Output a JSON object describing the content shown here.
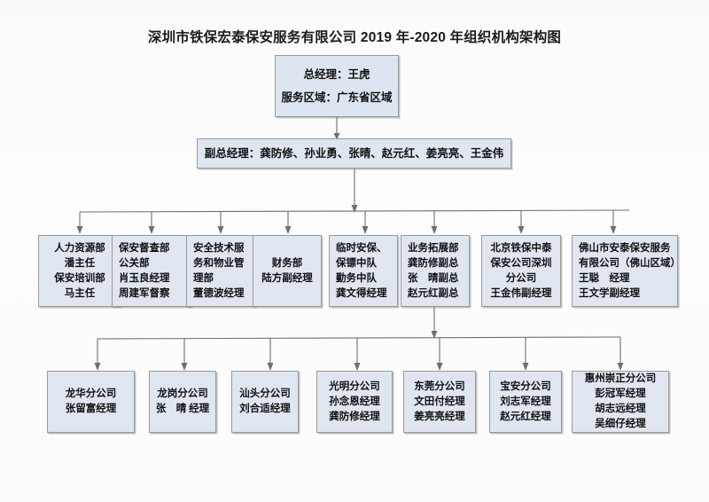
{
  "title": "深圳市铁保宏泰保安服务有限公司 2019 年-2020 年组织机构架构图",
  "nodes": {
    "general_manager": {
      "lines": [
        "总经理：王虎",
        "服务区域：广东省区域"
      ]
    },
    "deputy_managers": {
      "lines": [
        "副总经理：龚防修、孙业勇、张晴、赵元红、姜亮亮、王金伟"
      ]
    }
  },
  "departments": [
    {
      "name": "hr-training-dept",
      "align": "center",
      "lines": [
        "人力资源部",
        "潘主任",
        "保安培训部",
        "马主任"
      ]
    },
    {
      "name": "security-inspection-pr-dept",
      "align": "left",
      "lines": [
        "保安督查部",
        "公关部",
        "肖玉良经理",
        "周建军督察"
      ]
    },
    {
      "name": "safety-tech-property-dept",
      "align": "left",
      "lines": [
        "安全技术服",
        "务和物业管",
        "理部",
        "董德波经理"
      ]
    },
    {
      "name": "finance-dept",
      "align": "center",
      "lines": [
        "财务部",
        "陆方副经理"
      ]
    },
    {
      "name": "temp-security-bodyguard-dept",
      "align": "left",
      "lines": [
        "临时安保、",
        "保镖中队",
        "勤务中队",
        "龚文得经理"
      ]
    },
    {
      "name": "business-development-dept",
      "align": "left",
      "lines": [
        "业务拓展部",
        "龚防修副总",
        "张　晴副总",
        "赵元红副总"
      ]
    },
    {
      "name": "beijing-tiebao-zhongtai-shenzhen-branch",
      "align": "center",
      "lines": [
        "北京铁保中泰",
        "保安公司深圳",
        "分公司",
        "王金伟副经理"
      ]
    },
    {
      "name": "foshan-antai-security-company",
      "align": "left",
      "lines": [
        "佛山市安泰保安服务",
        "有限公司（佛山区域）",
        "王聪　经理",
        "王文学副经理"
      ]
    }
  ],
  "branches": [
    {
      "name": "longhua-branch",
      "lines": [
        "龙华分公司",
        "张留富经理"
      ]
    },
    {
      "name": "longgang-branch",
      "lines": [
        "龙岗分公司",
        "张　晴 经理"
      ]
    },
    {
      "name": "shantou-branch",
      "lines": [
        "汕头分公司",
        "刘合适经理"
      ]
    },
    {
      "name": "guangming-branch",
      "lines": [
        "光明分公司",
        "孙念恩经理",
        "龚防修经理"
      ]
    },
    {
      "name": "dongguan-branch",
      "lines": [
        "东莞分公司",
        "文田付经理",
        "姜亮亮经理"
      ]
    },
    {
      "name": "baoan-branch",
      "lines": [
        "宝安分公司",
        "刘志军经理",
        "赵元红经理"
      ]
    },
    {
      "name": "huizhou-chongzheng-branch",
      "lines": [
        "惠州崇正分公司",
        "彭冠军经理",
        "胡志远经理",
        "吴细仔经理"
      ]
    }
  ],
  "colors": {
    "node_fill": "#dfe6f0",
    "node_border": "#9a9a9a",
    "connector": "#6f6f6f",
    "text": "#101010",
    "page_background": "#fdfdfd"
  }
}
